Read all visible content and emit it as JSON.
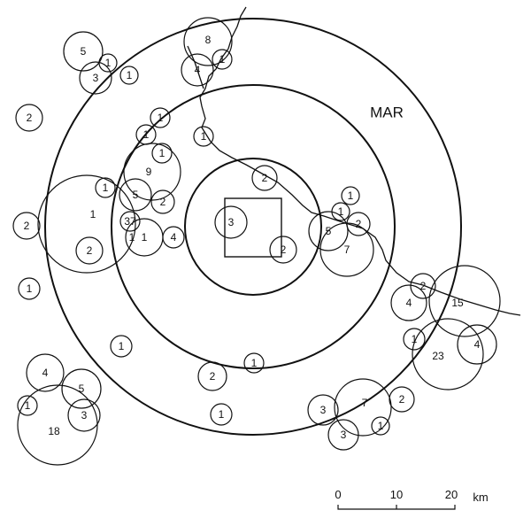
{
  "sea_label": "MAR",
  "scale": {
    "ticks": [
      "0",
      "10",
      "20"
    ],
    "unit": "km"
  },
  "center_values": [
    "3",
    "2"
  ],
  "ring_values": [
    "2",
    "1",
    "1"
  ],
  "west_cluster": [
    "5",
    "3",
    "1",
    "1",
    "1",
    "1",
    "1",
    "1",
    "9",
    "5",
    "2",
    "1",
    "37",
    "1",
    "4",
    "1",
    "2"
  ],
  "north_cluster": [
    "8",
    "4",
    "1"
  ],
  "east_cluster": [
    "1",
    "1",
    "2",
    "5",
    "7"
  ],
  "southeast_cluster": [
    "2",
    "4",
    "15",
    "1",
    "23",
    "4"
  ],
  "south_cluster": [
    "3",
    "7",
    "2",
    "3",
    "1"
  ],
  "southwest_cluster": [
    "4",
    "5",
    "1",
    "3",
    "18"
  ],
  "isolated_values": [
    "2",
    "2",
    "1",
    "1",
    "2",
    "1"
  ]
}
